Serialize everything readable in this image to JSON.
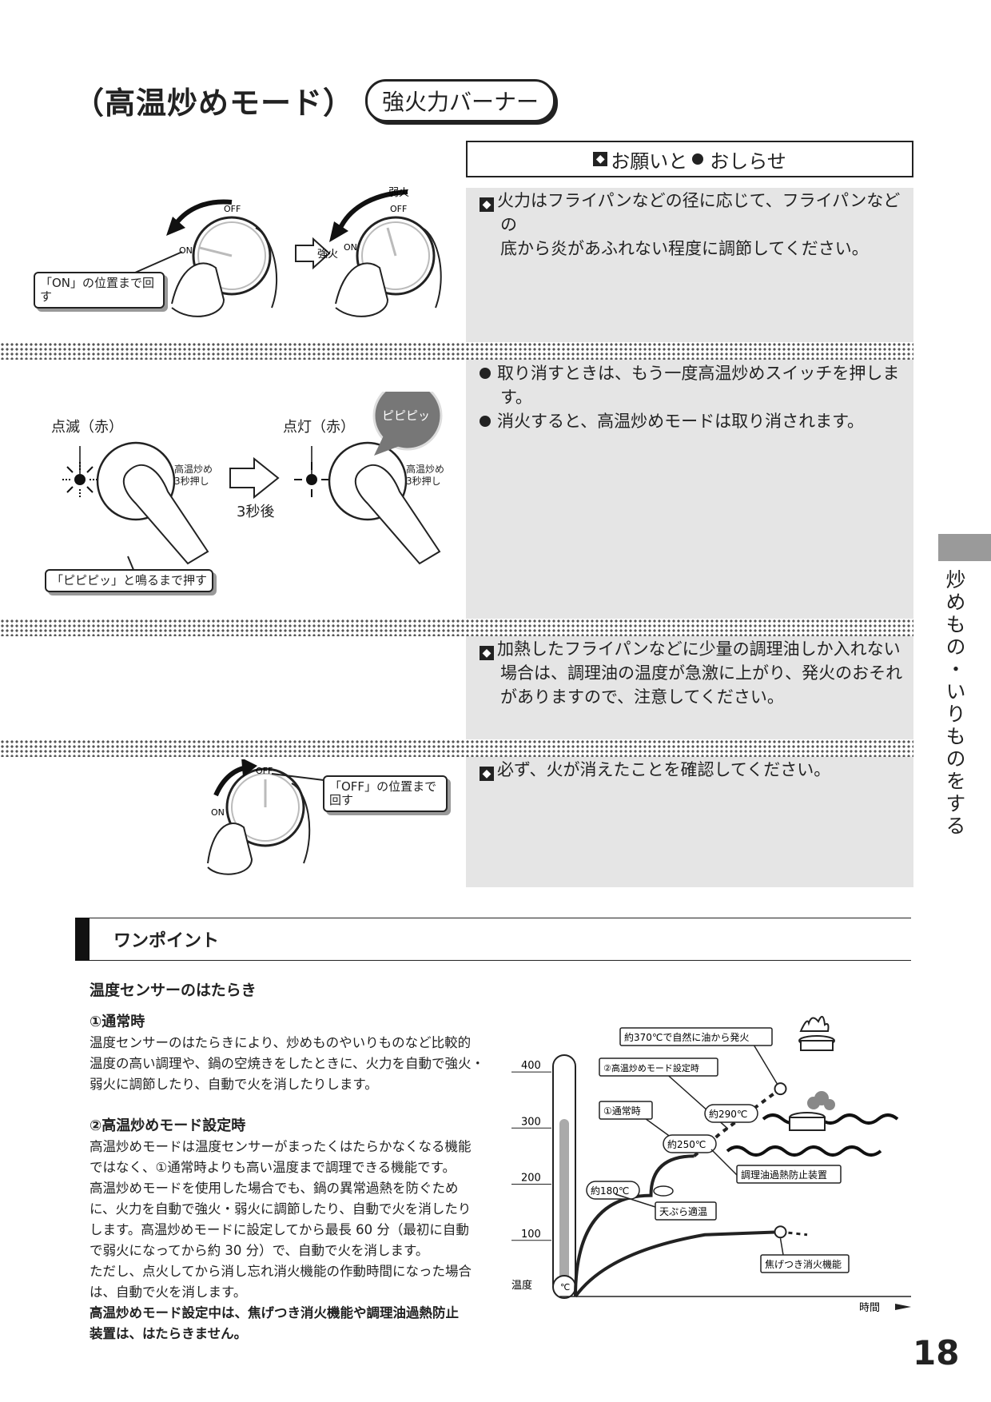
{
  "title": "（高温炒めモード）",
  "badge": "強火力バーナー",
  "notice_header": {
    "prefix": "お願いと",
    "suffix": "おしらせ"
  },
  "step1": {
    "callout": "「ON」の位置まで回す",
    "labels": {
      "off": "OFF",
      "on": "ON",
      "weak": "弱火",
      "strong": "強火"
    }
  },
  "step2": {
    "blink_label": "点滅（赤）",
    "lit_label": "点灯（赤）",
    "switch_label": [
      "高温炒め",
      "3秒押し"
    ],
    "after": "3秒後",
    "beep": "ピピピッ",
    "callout": "「ピピピッ」と鳴るまで押す"
  },
  "step3": {
    "callout": "「OFF」の位置まで回す",
    "labels": {
      "off": "OFF",
      "on": "ON"
    }
  },
  "notes": {
    "n1": [
      "火力はフライパンなどの径に応じて、フライパンなどの",
      "底から炎があふれない程度に調節してください。"
    ],
    "n2a": "取り消すときは、もう一度高温炒めスイッチを押します。",
    "n2b": "消火すると、高温炒めモードは取り消されます。",
    "n3": [
      "加熱したフライパンなどに少量の調理油しか入れない",
      "場合は、調理油の温度が急激に上がり、発火のおそれ",
      "がありますので、注意してください。"
    ],
    "n4": "必ず、火が消えたことを確認してください。"
  },
  "side_tab": "炒めもの・いりものをする",
  "one_point": {
    "title": "ワンポイント",
    "subtitle": "温度センサーのはたらき",
    "s1_head": "①通常時",
    "s1_lines": [
      "温度センサーのはたらきにより、炒めものやいりものなど比較的",
      "温度の高い調理や、鍋の空焼きをしたときに、火力を自動で強火・",
      "弱火に調節したり、自動で火を消したりします。"
    ],
    "s2_head": "②高温炒めモード設定時",
    "s2_lines": [
      "高温炒めモードは温度センサーがまったくはたらかなくなる機能",
      "ではなく、①通常時よりも高い温度まで調理できる機能です。",
      "高温炒めモードを使用した場合でも、鍋の異常過熱を防ぐため",
      "に、火力を自動で強火・弱火に調節したり、自動で火を消したり",
      "します。高温炒めモードに設定してから最長 60 分（最初に自動",
      "で弱火になってから約 30 分）で、自動で火を消します。",
      "ただし、点火してから消し忘れ消火機能の作動時間になった場合",
      "は、自動で火を消します。"
    ],
    "s2_bold": [
      "高温炒めモード設定中は、焦げつき消火機能や調理油過熱防止",
      "装置は、はたらきません。"
    ]
  },
  "chart_data": {
    "type": "line",
    "ylabel": "温度",
    "yunit": "℃",
    "xlabel": "時間",
    "yticks": [
      100,
      200,
      300,
      400
    ],
    "ylim": [
      0,
      430
    ],
    "annotations": {
      "ignite": "約370℃で自然に油から発火",
      "high_mode": "②高温炒めモード設定時",
      "normal": "①通常時",
      "t290": "約290℃",
      "t250": "約250℃",
      "overheat": "調理油過熱防止装置",
      "t180": "約180℃",
      "tempura": "天ぷら適温",
      "scorch": "焦げつき消火機能"
    },
    "series": [
      {
        "name": "①通常時",
        "points": [
          [
            0,
            0
          ],
          [
            0.35,
            180
          ],
          [
            0.55,
            250
          ]
        ]
      },
      {
        "name": "②高温炒めモード設定時",
        "points": [
          [
            0.55,
            250
          ],
          [
            0.67,
            290
          ],
          [
            0.95,
            370
          ]
        ]
      },
      {
        "name": "焦げつき消火機能",
        "points": [
          [
            0,
            0
          ],
          [
            0.15,
            80
          ],
          [
            1.0,
            115
          ]
        ]
      }
    ]
  },
  "page_number": "18"
}
